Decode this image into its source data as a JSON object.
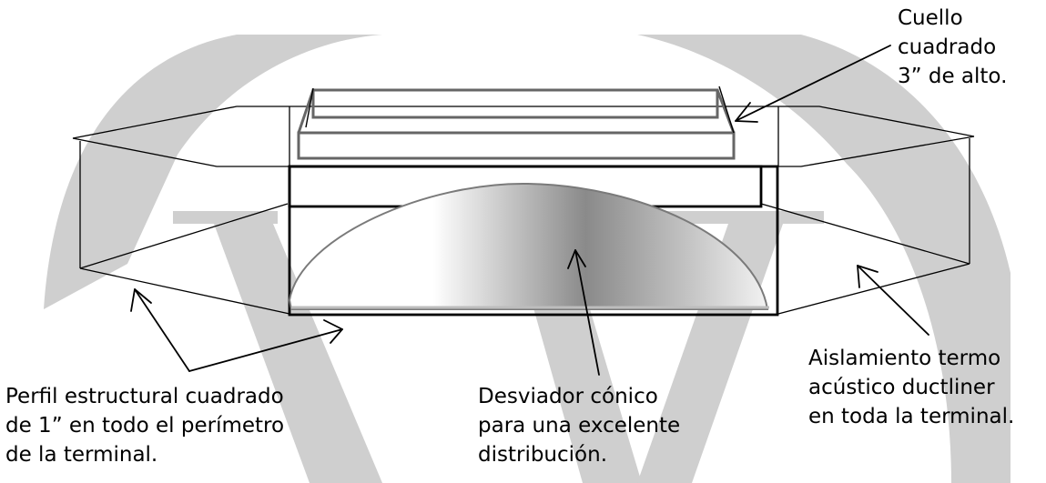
{
  "labels": {
    "cuello": [
      "Cuello",
      "cuadrado",
      "3” de alto."
    ],
    "perfil": [
      "Perfil estructural  cuadrado",
      "de 1” en todo el perímetro",
      "de la terminal."
    ],
    "desviador": [
      "Desviador cónico",
      "para una excelente",
      "distribución."
    ],
    "aislamiento": [
      "Aislamiento termo",
      "acústico ductliner",
      "en toda la terminal."
    ]
  },
  "colors": {
    "watermark": "#cfcfcf",
    "outline": "#000000",
    "neck_outline": "#666666",
    "deflector_dark": "#8a8a8a",
    "deflector_light": "#ffffff"
  }
}
